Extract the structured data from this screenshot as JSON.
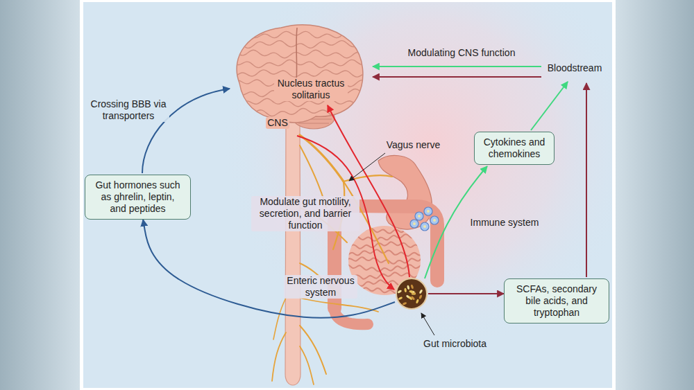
{
  "diagram": {
    "nodes": [
      {
        "text": [
          "Gut hormones such as ghrelin, leptin, and peptides"
        ]
      },
      {
        "text": [
          "Cytokines and chemokines"
        ]
      },
      {
        "text": [
          "SCFAs, secondary bile acids, and tryptophan"
        ]
      },
      {
        "text": [
          "Gut microbiota"
        ]
      }
    ],
    "edges": [
      {
        "from": 3,
        "to": 0,
        "arrow": "to"
      },
      {
        "from": 3,
        "to": 2,
        "arrow": "to"
      }
    ],
    "labels": [
      "Modulating CNS function",
      "Bloodstream",
      "Crossing BBB via transporters",
      "Nucleus tractus solitarius",
      "CNS",
      "Vagus nerve",
      "Modulate gut motility, secretion, and barrier function",
      "Immune system",
      "Enteric nervous system"
    ]
  }
}
